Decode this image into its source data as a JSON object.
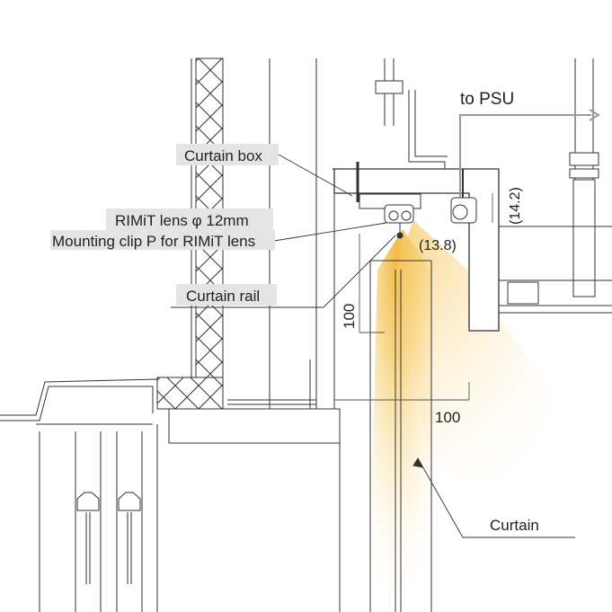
{
  "labels": {
    "psu": "to PSU",
    "curtain_box": "Curtain box",
    "lens": "RIMiT lens φ 12mm",
    "clip": "Mounting clip P for RIMiT lens",
    "rail": "Curtain rail",
    "curtain": "Curtain"
  },
  "dimensions": {
    "vertical_100": "100",
    "horizontal_100": "100",
    "offset_13_8": "(13.8)",
    "height_14_2": "(14.2)"
  },
  "colors": {
    "light": "#f2b63a",
    "line": "#333333",
    "label_bg": "#e4e4e4",
    "psu_line": "#9a9a9a"
  }
}
